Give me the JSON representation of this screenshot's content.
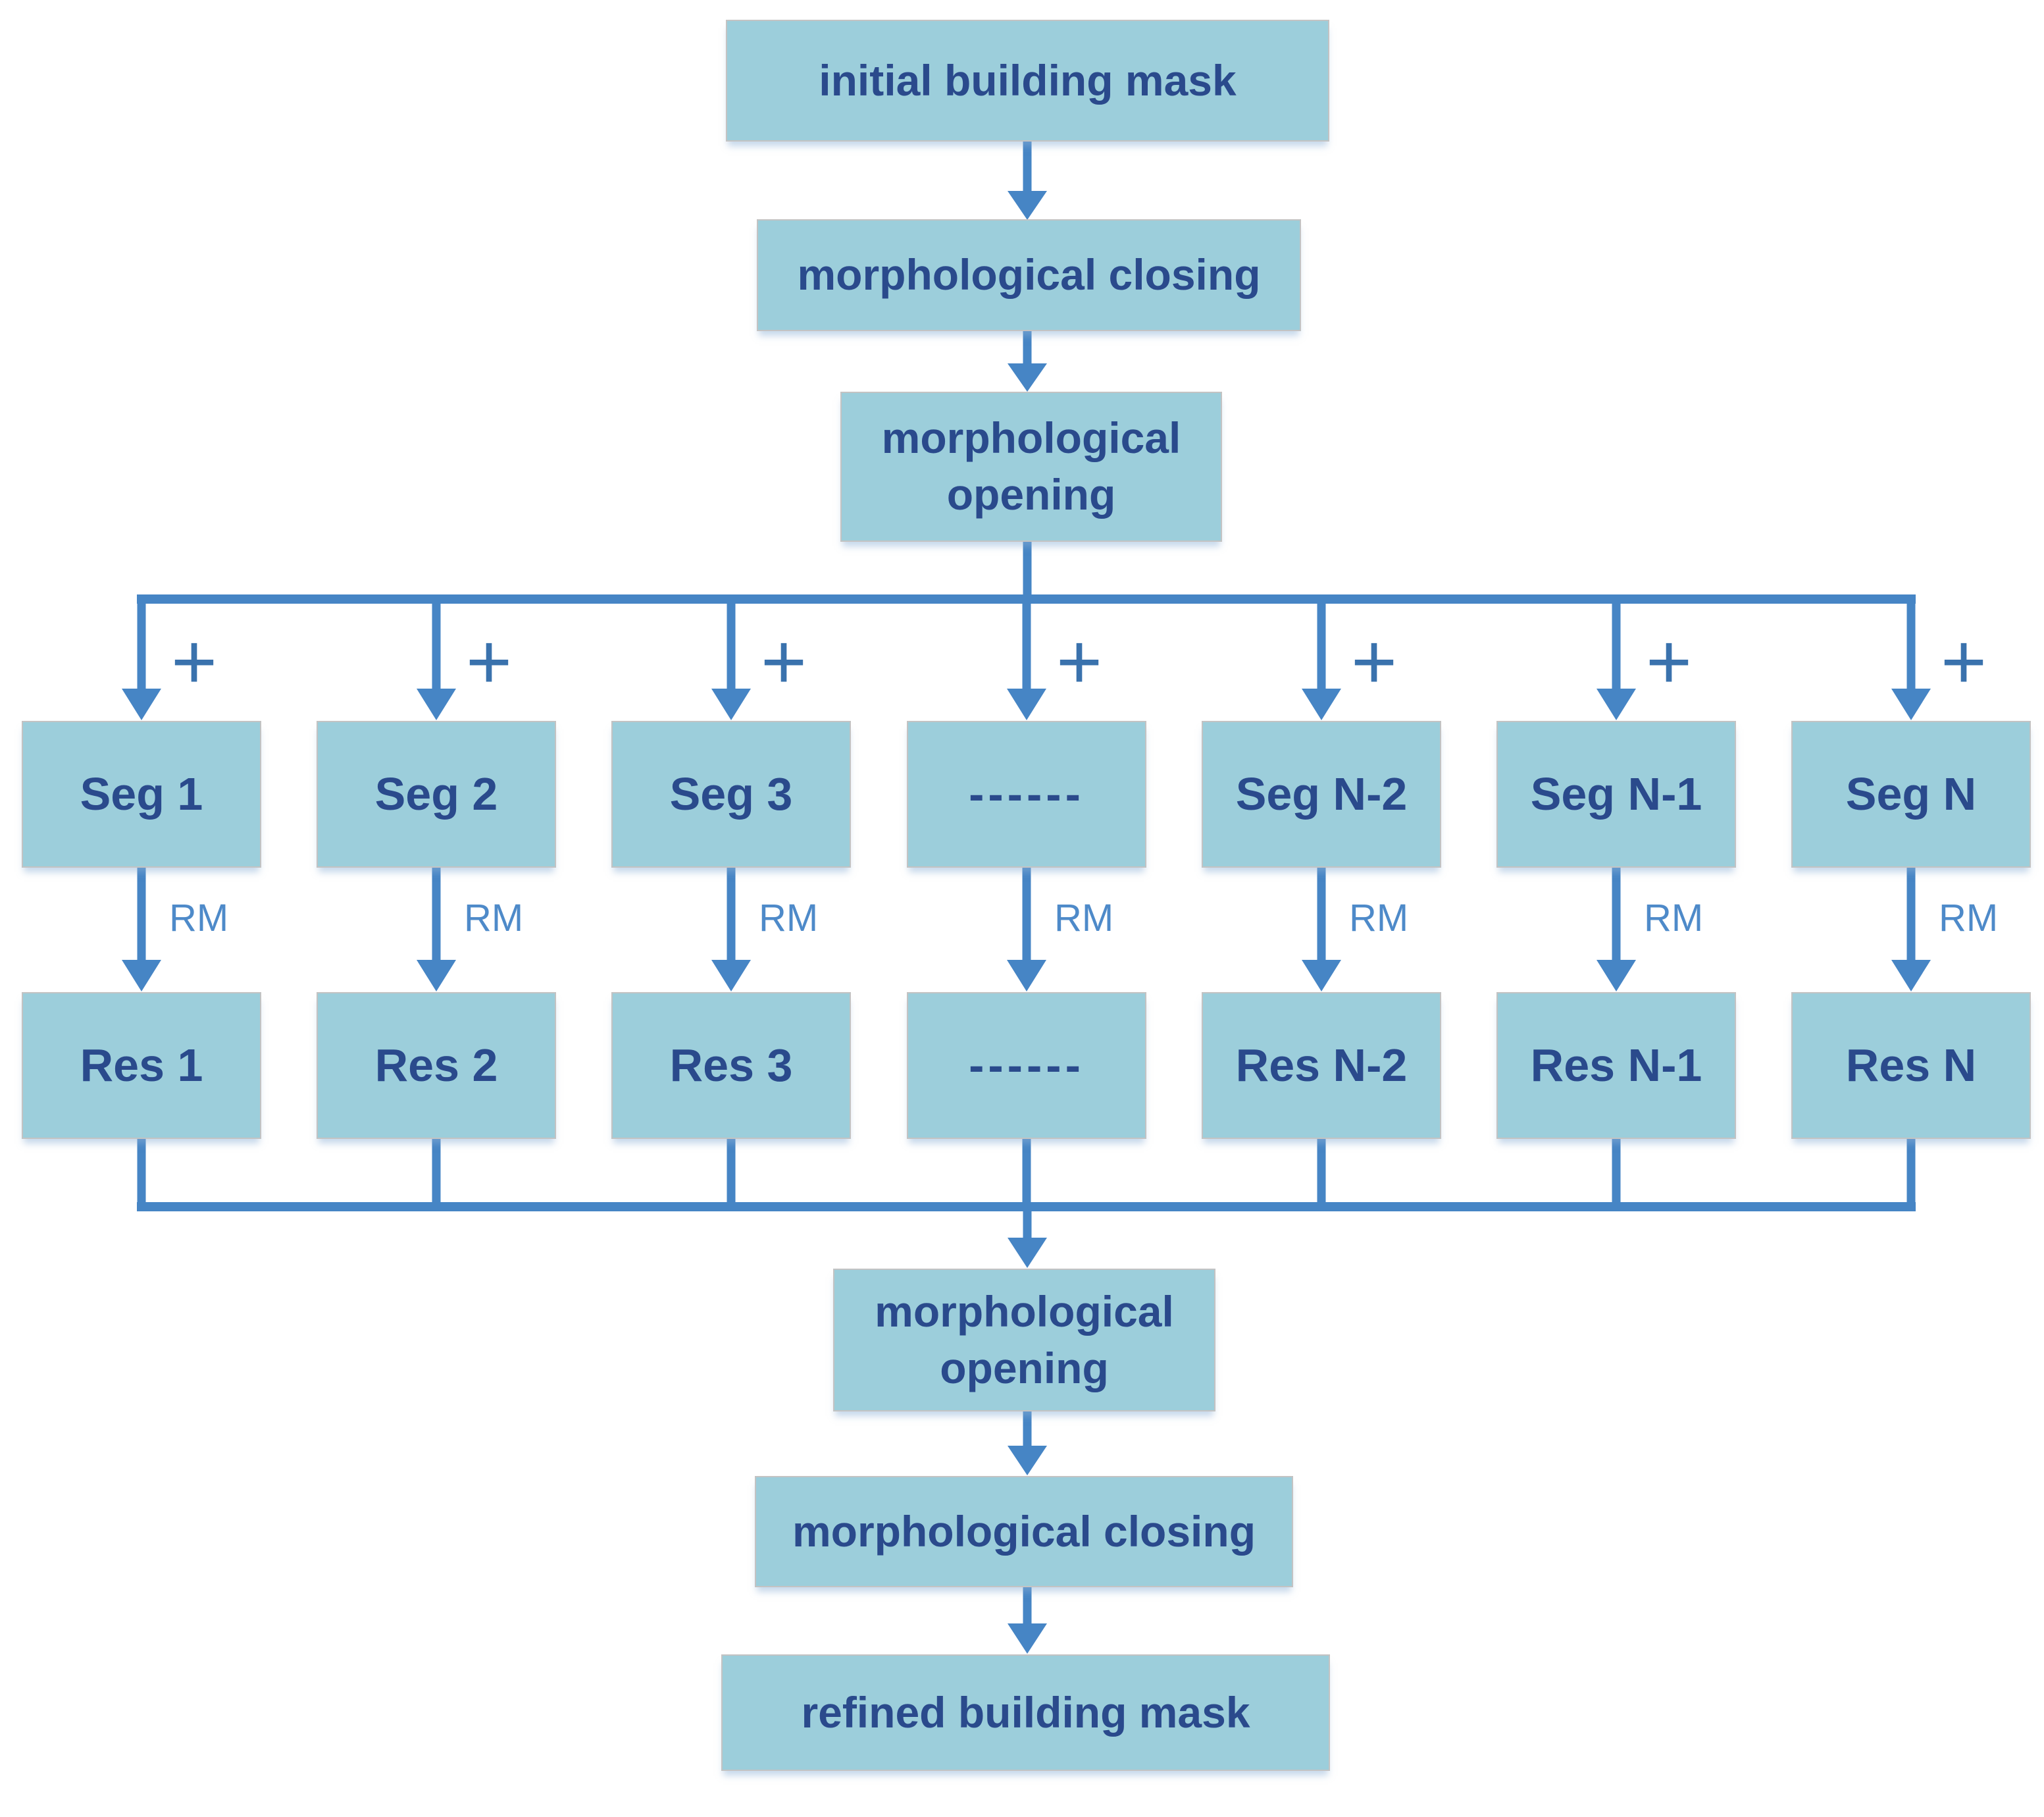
{
  "nodes": {
    "initial": "initial building mask",
    "closing_top": "morphological closing",
    "opening_top": "morphological opening",
    "opening_bottom": "morphological opening",
    "closing_bottom": "morphological closing",
    "refined": "refined building mask"
  },
  "branch": {
    "plus_label": "+",
    "rm_label": "RM",
    "columns": [
      {
        "seg": "Seg 1",
        "res": "Res 1"
      },
      {
        "seg": "Seg 2",
        "res": "Res 2"
      },
      {
        "seg": "Seg 3",
        "res": "Res 3"
      },
      {
        "seg": "------",
        "res": "------"
      },
      {
        "seg": "Seg N-2",
        "res": "Res N-2"
      },
      {
        "seg": "Seg N-1",
        "res": "Res N-1"
      },
      {
        "seg": "Seg N",
        "res": "Res N"
      }
    ]
  },
  "colors": {
    "box_fill": "#9ccedb",
    "box_border": "#c3c3c3",
    "box_text": "#2a4a8c",
    "arrow": "#4685c5",
    "plus": "#3a72ad",
    "rm": "#4e8ac9",
    "background": "#ffffff"
  }
}
